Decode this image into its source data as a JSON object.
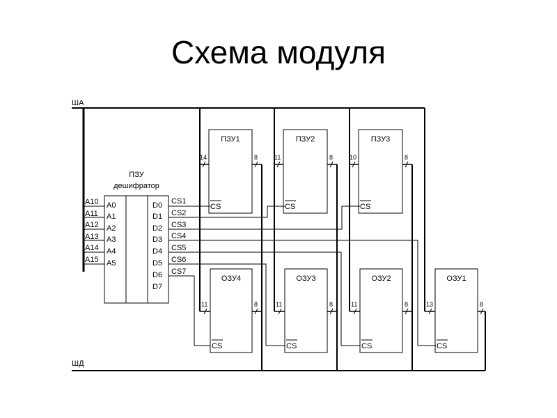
{
  "title": "Схема модуля",
  "buses": {
    "address": "ША",
    "data": "ШД"
  },
  "decoder": {
    "name": "ПЗУ",
    "subtitle": "дешифратор",
    "inputs": [
      "A0",
      "A1",
      "A2",
      "A3",
      "A4",
      "A5"
    ],
    "outputs": [
      "D0",
      "D1",
      "D2",
      "D3",
      "D4",
      "D5",
      "D6",
      "D7"
    ]
  },
  "address_lines": [
    "A10",
    "A11",
    "A12",
    "A13",
    "A14",
    "A15"
  ],
  "select_lines": [
    "CS1",
    "CS2",
    "CS3",
    "CS4",
    "CS5",
    "CS6",
    "CS7"
  ],
  "chips": [
    {
      "name": "ПЗУ1",
      "addr_bits": "14",
      "data_bits": "8",
      "cs": "CS"
    },
    {
      "name": "ПЗУ2",
      "addr_bits": "11",
      "data_bits": "8",
      "cs": "CS"
    },
    {
      "name": "ПЗУ3",
      "addr_bits": "10",
      "data_bits": "8",
      "cs": "CS"
    },
    {
      "name": "ОЗУ4",
      "addr_bits": "11",
      "data_bits": "8",
      "cs": "CS"
    },
    {
      "name": "ОЗУ3",
      "addr_bits": "11",
      "data_bits": "8",
      "cs": "CS"
    },
    {
      "name": "ОЗУ2",
      "addr_bits": "11",
      "data_bits": "8",
      "cs": "CS"
    },
    {
      "name": "ОЗУ1",
      "addr_bits": "13",
      "data_bits": "8",
      "cs": "CS"
    }
  ]
}
